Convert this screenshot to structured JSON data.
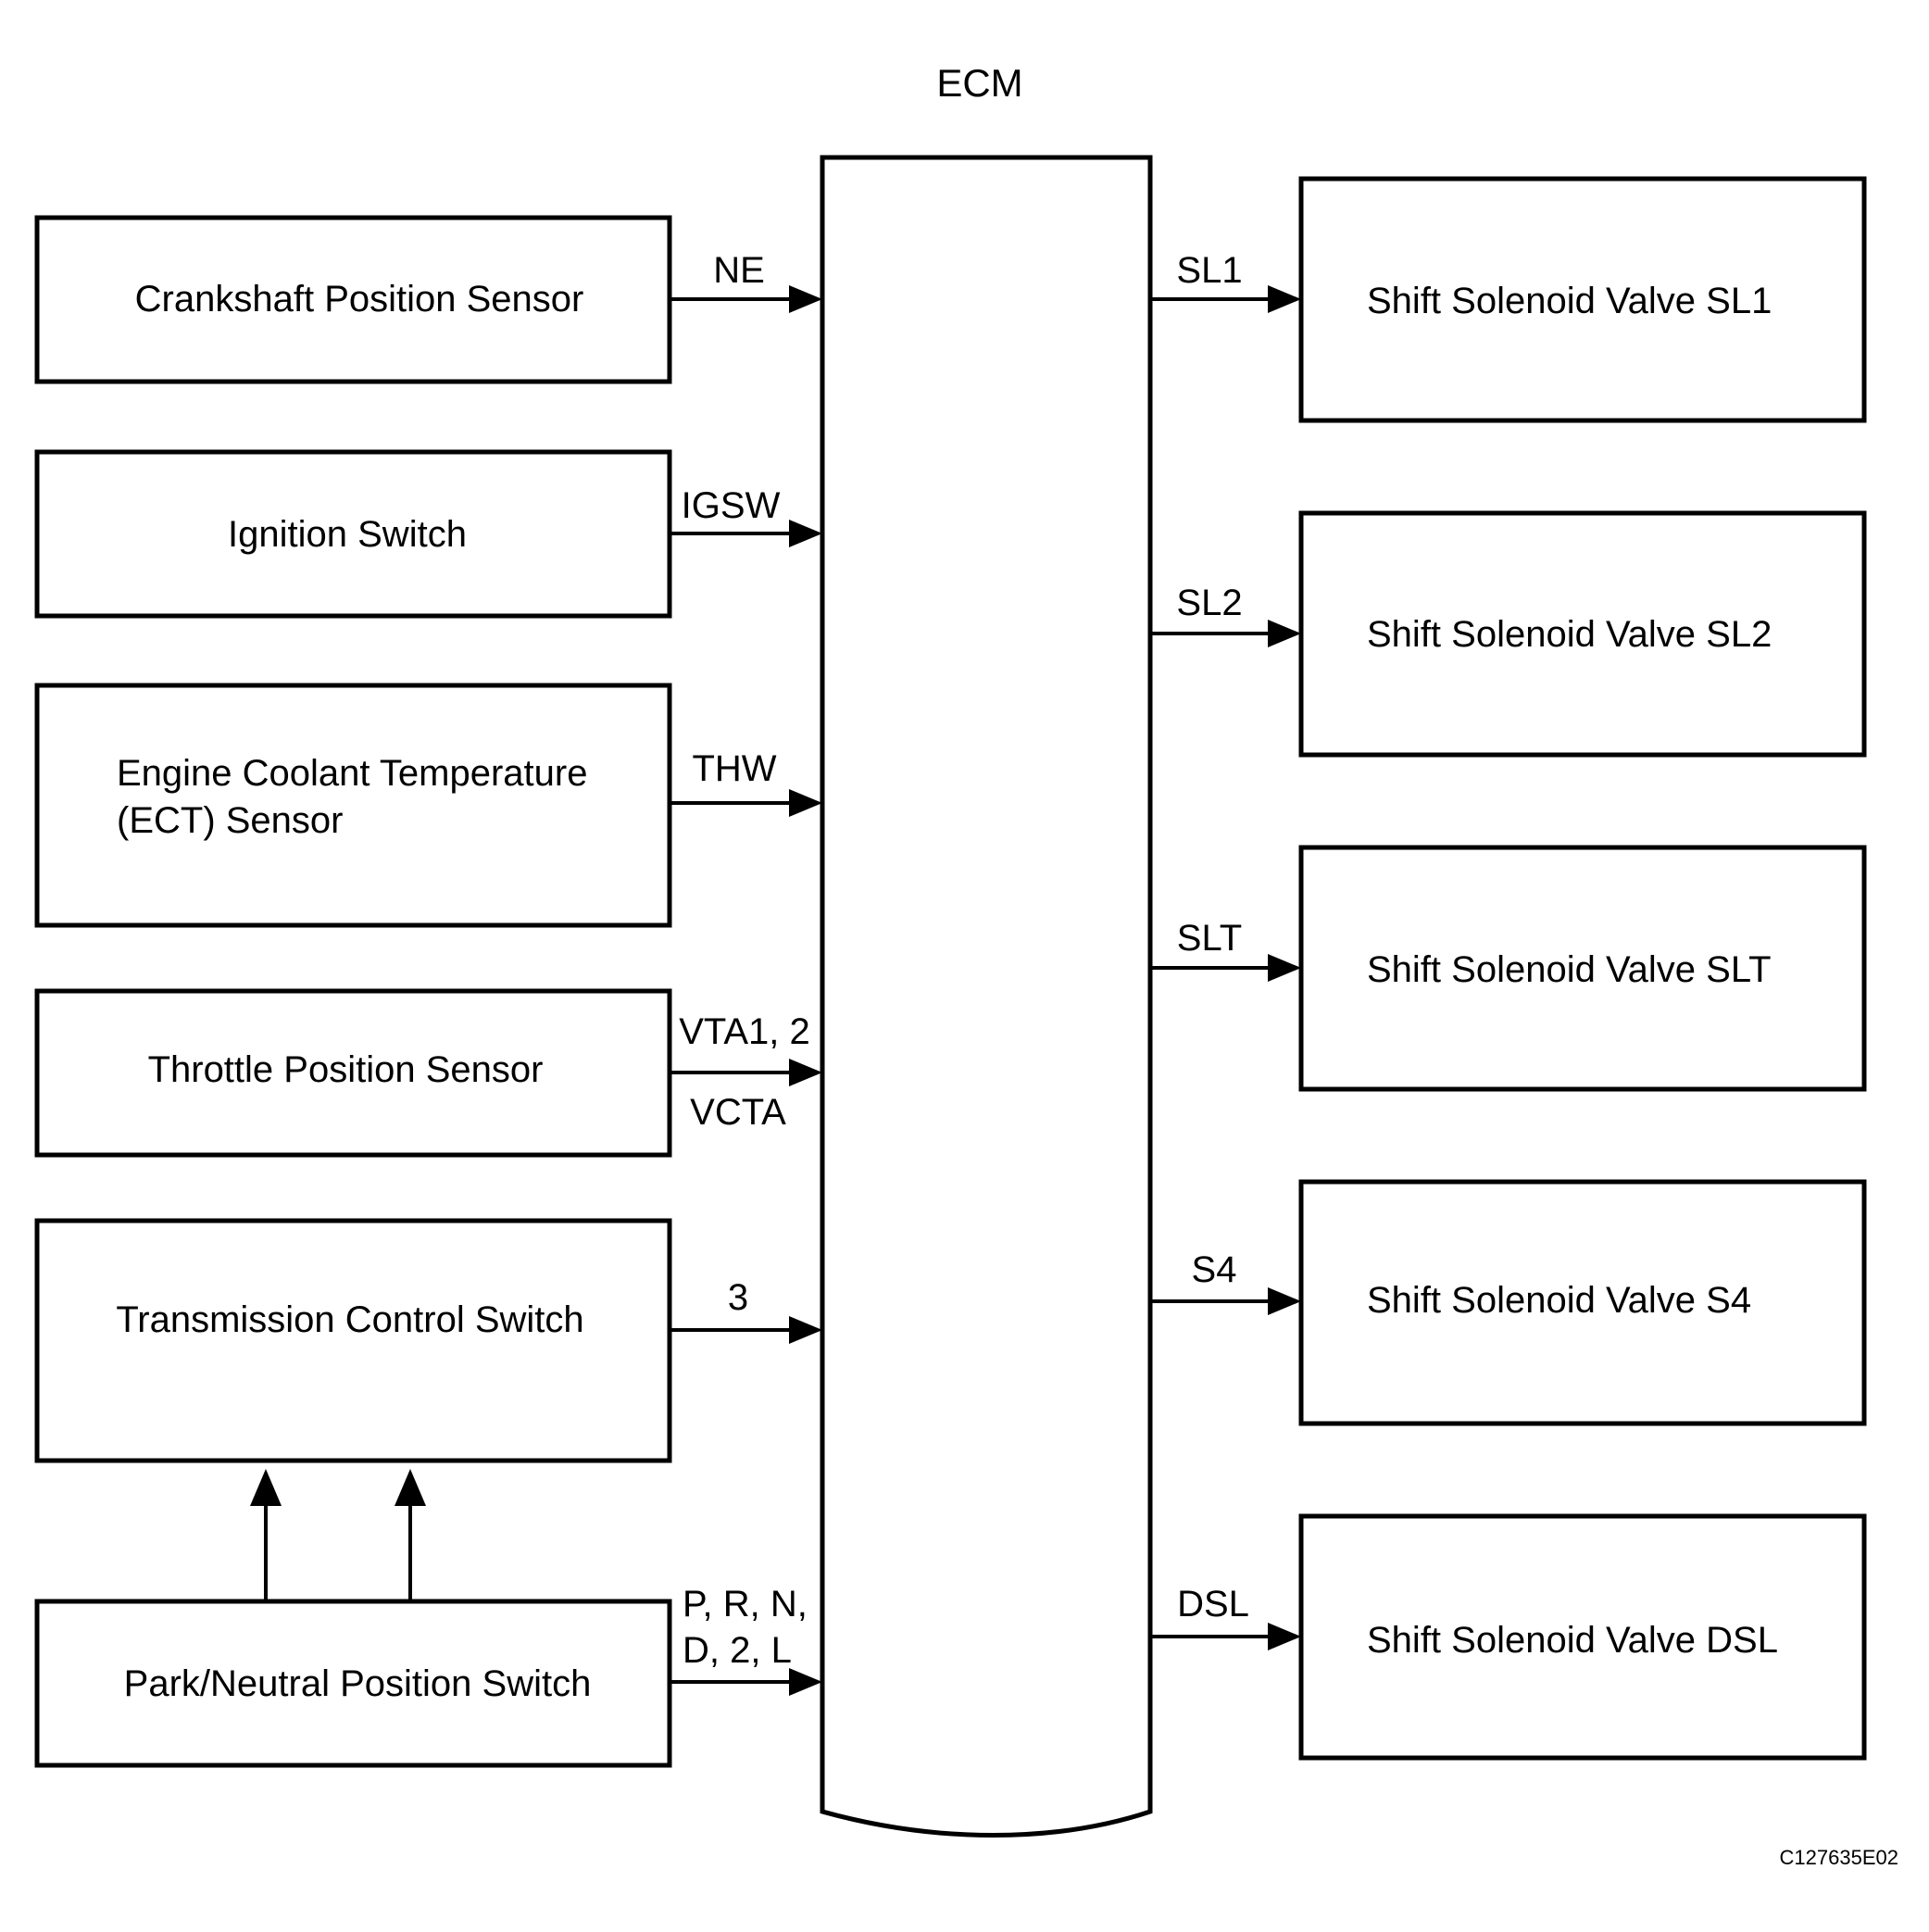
{
  "ecm": {
    "title": "ECM"
  },
  "inputs": [
    {
      "label_lines": [
        "Crankshaft Position Sensor"
      ],
      "signal_lines": [
        "NE"
      ]
    },
    {
      "label_lines": [
        "Ignition Switch"
      ],
      "signal_lines": [
        "IGSW"
      ]
    },
    {
      "label_lines": [
        "Engine Coolant Temperature",
        "(ECT) Sensor"
      ],
      "signal_lines": [
        "THW"
      ]
    },
    {
      "label_lines": [
        "Throttle Position Sensor"
      ],
      "signal_lines": [
        "VTA1, 2",
        "VCTA"
      ]
    },
    {
      "label_lines": [
        "Transmission Control Switch"
      ],
      "signal_lines": [
        "3"
      ]
    },
    {
      "label_lines": [
        "Park/Neutral Position Switch"
      ],
      "signal_lines": [
        "P, R, N,",
        "D, 2, L"
      ]
    }
  ],
  "outputs": [
    {
      "label": "Shift Solenoid Valve SL1",
      "signal": "SL1"
    },
    {
      "label": "Shift Solenoid Valve SL2",
      "signal": "SL2"
    },
    {
      "label": "Shift Solenoid Valve SLT",
      "signal": "SLT"
    },
    {
      "label": "Shift Solenoid Valve S4",
      "signal": "S4"
    },
    {
      "label": "Shift Solenoid Valve DSL",
      "signal": "DSL"
    }
  ],
  "figure_code": "C127635E02"
}
